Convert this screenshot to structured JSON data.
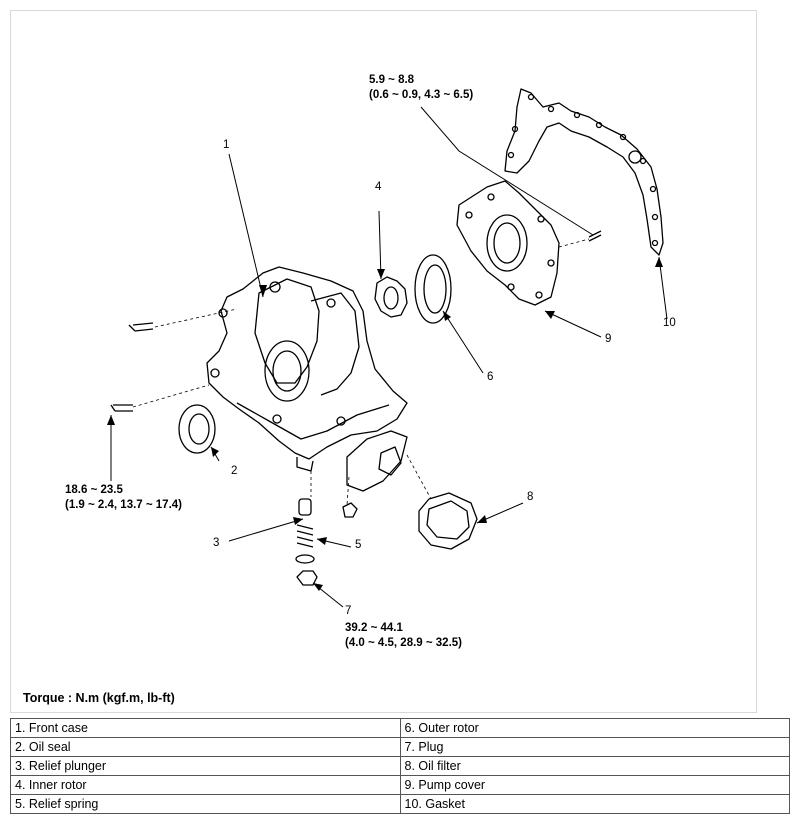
{
  "diagram": {
    "callout_numbers": [
      "1",
      "2",
      "3",
      "4",
      "5",
      "6",
      "7",
      "8",
      "9",
      "10"
    ],
    "torque_specs": {
      "pump_cover_bolt": {
        "line1": "5.9 ~ 8.8",
        "line2": "(0.6 ~ 0.9, 4.3 ~ 6.5)"
      },
      "front_case_bolt": {
        "line1": "18.6 ~ 23.5",
        "line2": "(1.9 ~ 2.4, 13.7 ~ 17.4)"
      },
      "plug": {
        "line1": "39.2 ~ 44.1",
        "line2": "(4.0 ~ 4.5, 28.9 ~ 32.5)"
      }
    },
    "torque_unit_label": "Torque : N.m (kgf.m, lb-ft)"
  },
  "legend": {
    "left": [
      "1. Front case",
      "2. Oil seal",
      "3. Relief plunger",
      "4. Inner rotor",
      "5. Relief spring"
    ],
    "right": [
      "6. Outer rotor",
      "7. Plug",
      "8. Oil filter",
      "9. Pump cover",
      "10. Gasket"
    ]
  }
}
